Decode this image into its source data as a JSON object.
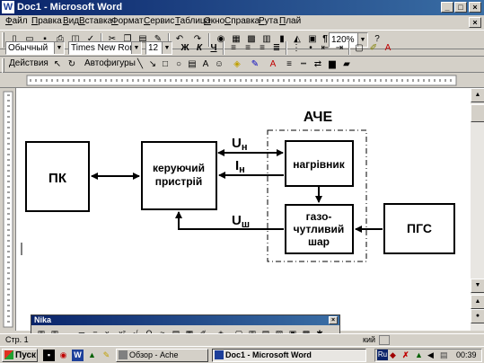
{
  "window": {
    "title": "Doc1 - Microsoft Word",
    "app_icon": "W"
  },
  "menu": [
    "Файл",
    "Правка",
    "Вид",
    "Вставка",
    "Формат",
    "Сервис",
    "Таблица",
    "Окно",
    "Справка",
    "Рута",
    "Плай"
  ],
  "formatting": {
    "style": "Обычный",
    "font": "Times New Roman",
    "size": "12",
    "bold": "Ж",
    "italic": "К",
    "underline": "Ч"
  },
  "standard": {
    "zoom": "120%",
    "pilcrow": "¶"
  },
  "drawing": {
    "actions": "Действия",
    "autoshapes": "Автофигуры"
  },
  "diagram": {
    "pk": "ПК",
    "control_1": "керуючий",
    "control_2": "пристрій",
    "ache": "АЧЕ",
    "heater": "нагрівник",
    "gas_1": "газо-",
    "gas_2": "чутливий",
    "gas_3": "шар",
    "pgs": "ПГС",
    "u": "U",
    "i": "I",
    "sub_n": "н",
    "sub_sh": "ш"
  },
  "nika": {
    "title": "Nika"
  },
  "status": {
    "page": "Стр. 1",
    "mode": "кий"
  },
  "taskbar": {
    "start": "Пуск",
    "task1": "Обзор - Ache",
    "task2": "Doc1 - Microsoft Word",
    "lang": "Ru",
    "clock": "00:39"
  }
}
